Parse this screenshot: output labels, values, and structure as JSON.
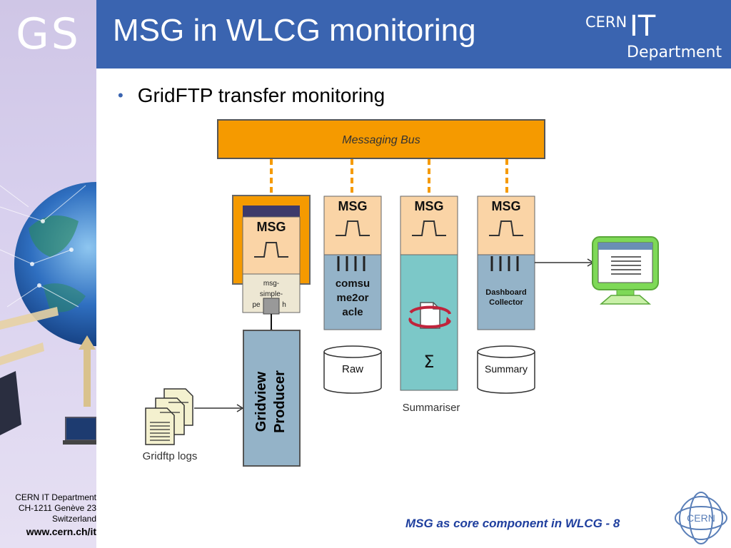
{
  "sidebar": {
    "logo_text": "GS"
  },
  "header": {
    "title": "MSG in WLCG monitoring",
    "logo_cern": "CERN",
    "logo_it": "IT",
    "logo_department": "Department"
  },
  "content": {
    "bullet": "GridFTP transfer monitoring"
  },
  "diagram": {
    "bus_label": "Messaging Bus",
    "msg_label": "MSG",
    "publisher_label": [
      "msg-",
      "simple-",
      "pe",
      "h"
    ],
    "consumer_label": [
      "comsu",
      "me2or",
      "acle"
    ],
    "collector_label": [
      "Dashboard",
      "Collector"
    ],
    "raw_db": "Raw",
    "summary_db": "Summary",
    "summariser_label": "Summariser",
    "sigma": "Σ",
    "producer_label": [
      "Gridview",
      "Producer"
    ],
    "logs_label": "Gridftp logs"
  },
  "footer": {
    "address": [
      "CERN IT Department",
      "CH-1211 Genève 23",
      "Switzerland"
    ],
    "url": "www.cern.ch/it",
    "caption": "MSG as core component in WLCG - 8",
    "seal_text": "CERN"
  },
  "colors": {
    "header_blue": "#3a64b0",
    "bus_orange": "#f59a00",
    "msg_peach": "#fad4a6",
    "steel_blue": "#94b3c8",
    "teal": "#7cc8c8",
    "monitor_green": "#7ed957"
  }
}
